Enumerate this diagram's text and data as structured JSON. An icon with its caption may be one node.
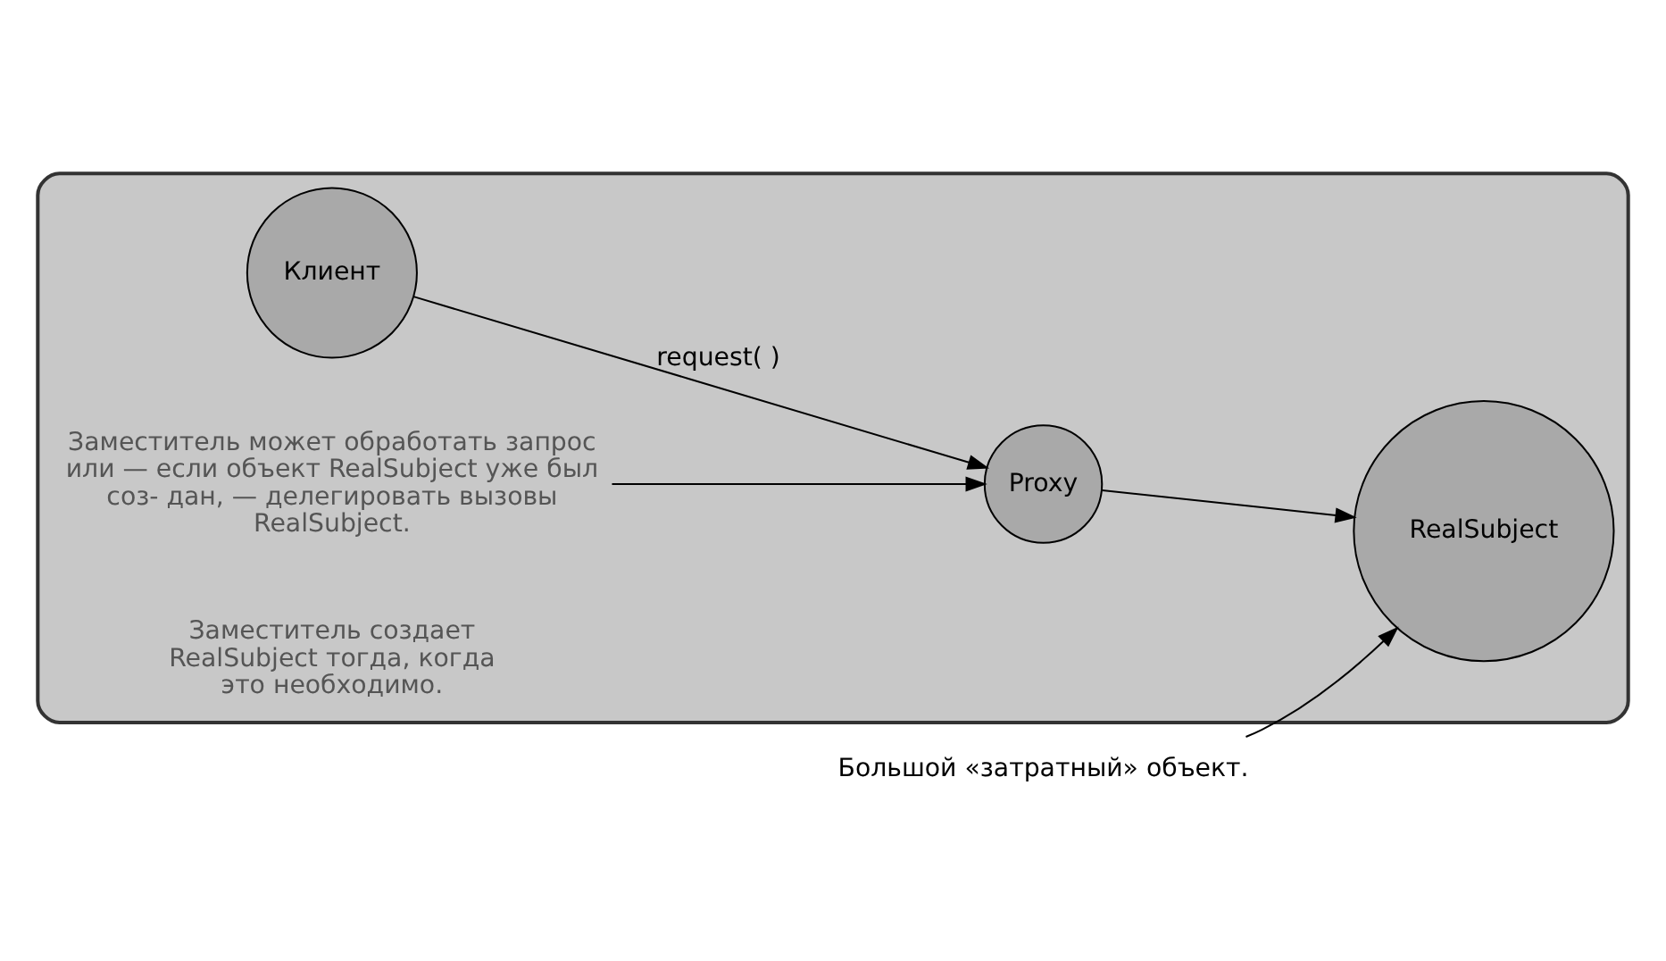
{
  "diagram": {
    "nodes": [
      {
        "text": [],
        "shape": "cloud"
      },
      {
        "text": [
          "Клиент"
        ],
        "in": 0
      },
      {
        "text": [
          "Proxy"
        ],
        "in": 0
      },
      {
        "text": [
          "RealSubject"
        ],
        "in": 0
      },
      {
        "text": [
          "Большой «затратный» объект."
        ]
      },
      {
        "text": [
          "Заместитель может обработать запрос или — если объект RealSubject уже был соз- дан, — делегировать вызовы RealSubject."
        ],
        "in": 0
      }
    ],
    "edges": [
      {
        "from": 1,
        "to": 2,
        "arrow": "to",
        "label": "request( )"
      },
      {
        "from": 2,
        "to": 3,
        "arrow": "to"
      },
      {
        "from": 4,
        "to": 3,
        "arrow": "to"
      },
      {
        "from": 5,
        "to": 2,
        "arrow": "to"
      }
    ],
    "labels": [
      "Заместитель создает RealSubject тогда, когда это необходимо."
    ]
  }
}
